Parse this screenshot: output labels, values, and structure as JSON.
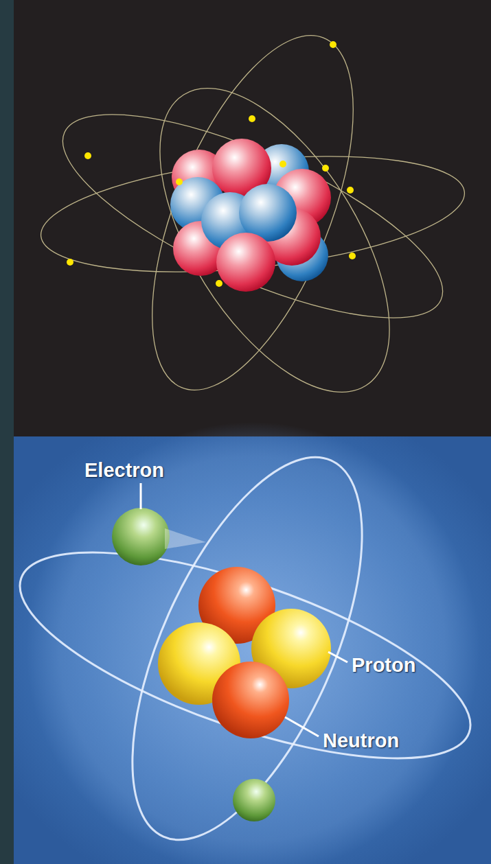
{
  "diagram": {
    "labels": [
      "Electron",
      "Proton",
      "Neutron"
    ]
  }
}
